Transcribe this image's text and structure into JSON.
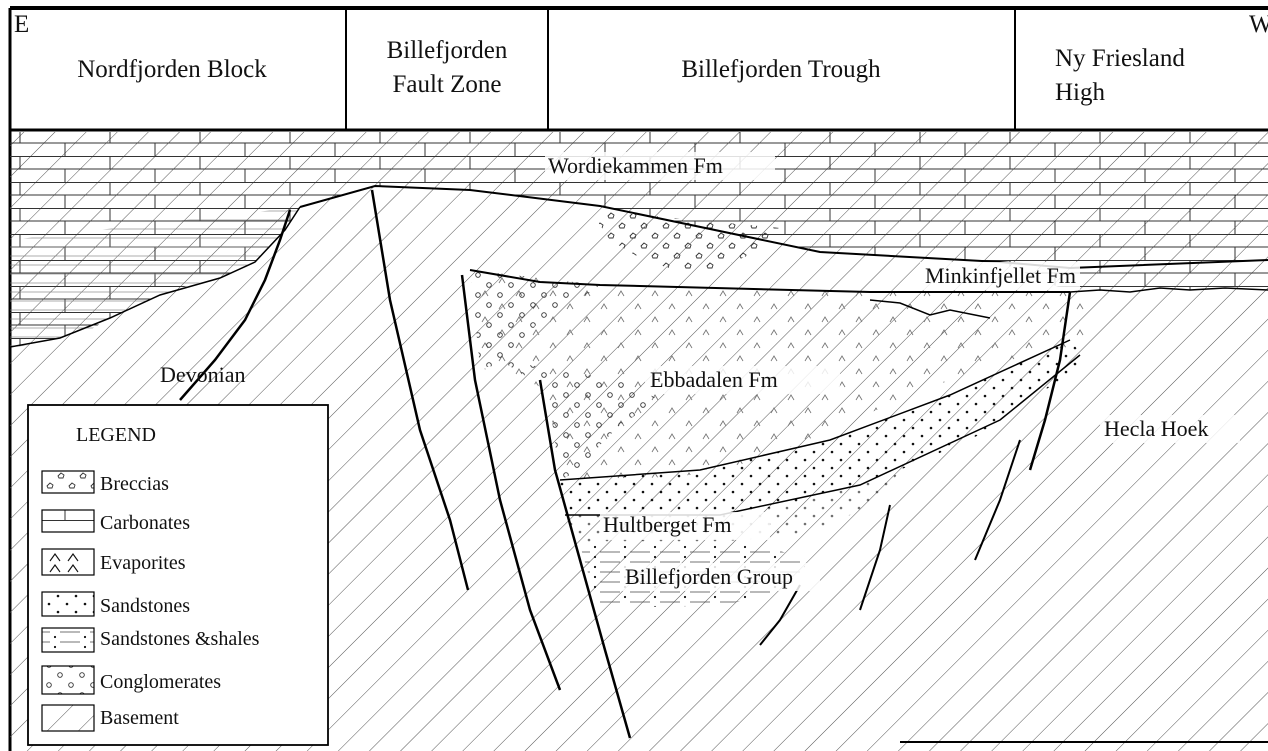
{
  "header": {
    "east": "E",
    "west": "W",
    "blocks": [
      {
        "lines": [
          "Nordfjorden Block"
        ]
      },
      {
        "lines": [
          "Billefjorden",
          "Fault Zone"
        ]
      },
      {
        "lines": [
          "Billefjorden Trough"
        ]
      },
      {
        "lines": [
          "Ny Friesland",
          "High"
        ]
      }
    ]
  },
  "section": {
    "wordiekammen": "Wordiekammen Fm",
    "minkinfjellet": "Minkinfjellet Fm",
    "devonian": "Devonian",
    "ebbadalen": "Ebbadalen Fm",
    "hecla": "Hecla Hoek",
    "hultberget": "Hultberget Fm",
    "billefjorden_group": "Billefjorden Group"
  },
  "legend": {
    "title": "LEGEND",
    "items": [
      {
        "label": "Breccias",
        "pattern": "breccia"
      },
      {
        "label": "Carbonates",
        "pattern": "carbonate"
      },
      {
        "label": "Evaporites",
        "pattern": "evaporite"
      },
      {
        "label": "Sandstones",
        "pattern": "sandstone"
      },
      {
        "label": "Sandstones &shales",
        "pattern": "sandshale"
      },
      {
        "label": "Conglomerates",
        "pattern": "conglomerate"
      },
      {
        "label": "Basement",
        "pattern": "basement"
      }
    ]
  }
}
